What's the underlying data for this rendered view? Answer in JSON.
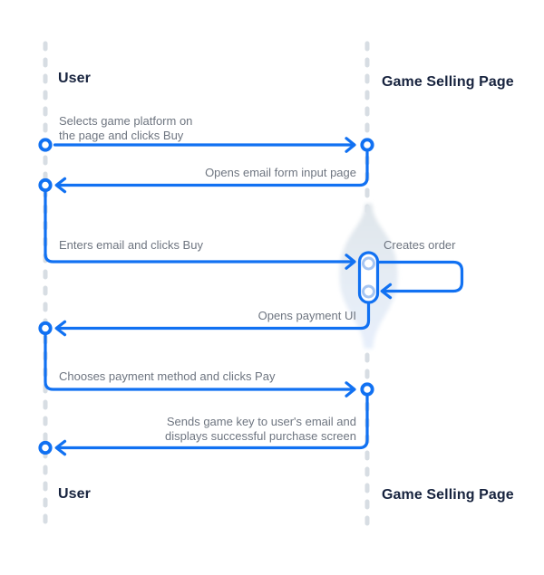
{
  "diagram_type": "sequence-diagram",
  "actors": {
    "left": {
      "top_label": "User",
      "bottom_label": "User"
    },
    "right": {
      "top_label": "Game Selling Page",
      "bottom_label": "Game Selling Page"
    }
  },
  "messages": {
    "select_platform": {
      "line1": "Selects game platform on",
      "line2": "the page and clicks Buy",
      "direction": "user-to-page"
    },
    "opens_email_form": {
      "text": "Opens email form input page",
      "direction": "page-to-user"
    },
    "enters_email": {
      "text": "Enters email and clicks Buy",
      "direction": "user-to-page"
    },
    "creates_order": {
      "text": "Creates order",
      "direction": "self-loop-on-page"
    },
    "opens_payment_ui": {
      "text": "Opens payment UI",
      "direction": "page-to-user"
    },
    "chooses_payment": {
      "text": "Chooses payment method and clicks Pay",
      "direction": "user-to-page"
    },
    "sends_game_key": {
      "line1": "Sends game key to user's email and",
      "line2": "displays successful purchase screen",
      "direction": "page-to-user"
    }
  },
  "colors": {
    "arrow_blue": "#1171F2",
    "lifeline_dash": "#D7DDE3",
    "actor_text": "#17233E",
    "message_text": "#6E7580",
    "capsule_inner_ring": "#A7C6F2",
    "blob_gradient_top": "#DFE5EA",
    "blob_gradient_bottom": "#E7EFFB",
    "background": "#FFFFFF"
  }
}
